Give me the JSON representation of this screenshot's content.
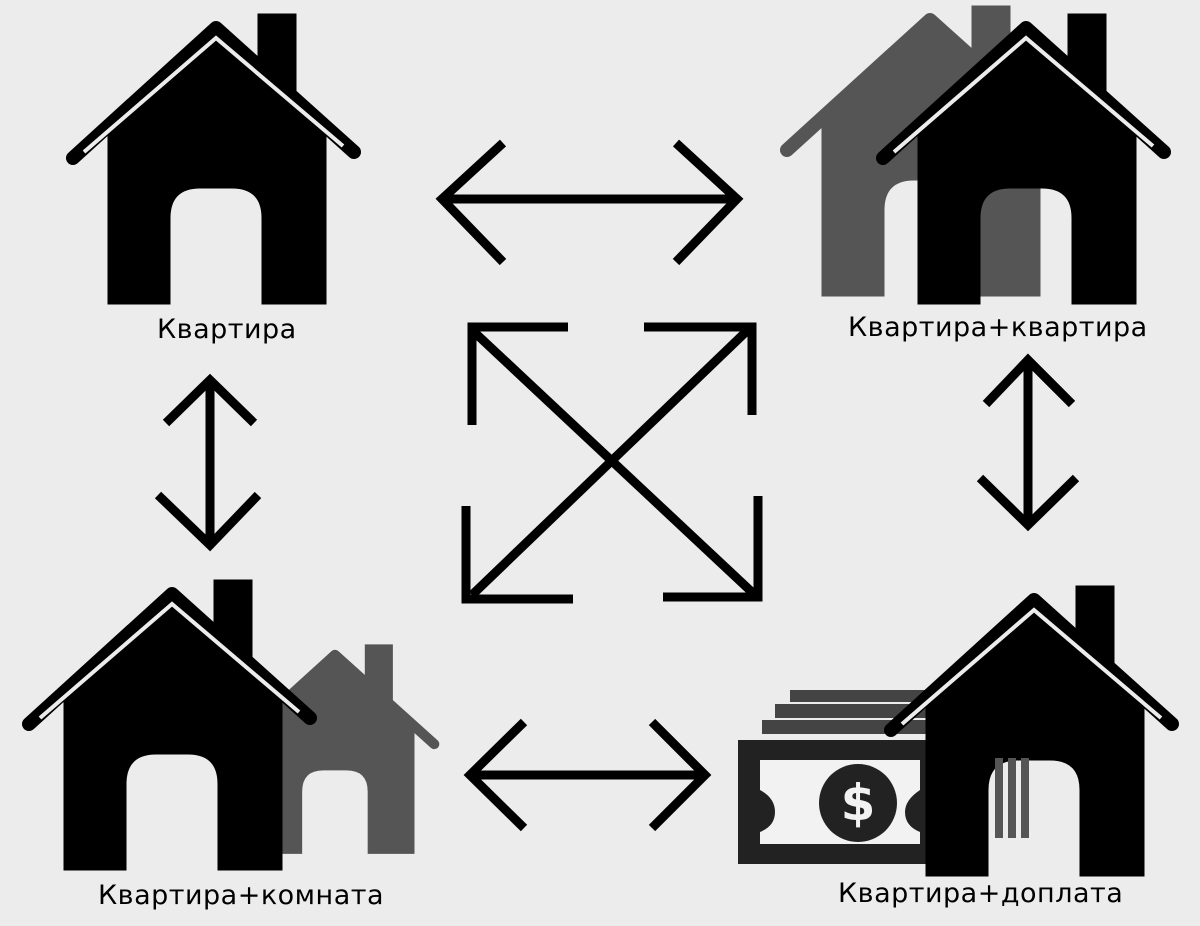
{
  "labels": {
    "top_left": "Квартира",
    "top_right": "Квартира+квартира",
    "bottom_left": "Квартира+комната",
    "bottom_right": "Квартира+доплата"
  },
  "icons": {
    "dollar_symbol": "$"
  },
  "colors": {
    "background": "#ececec",
    "primary": "#000000",
    "secondary": "#555555"
  }
}
